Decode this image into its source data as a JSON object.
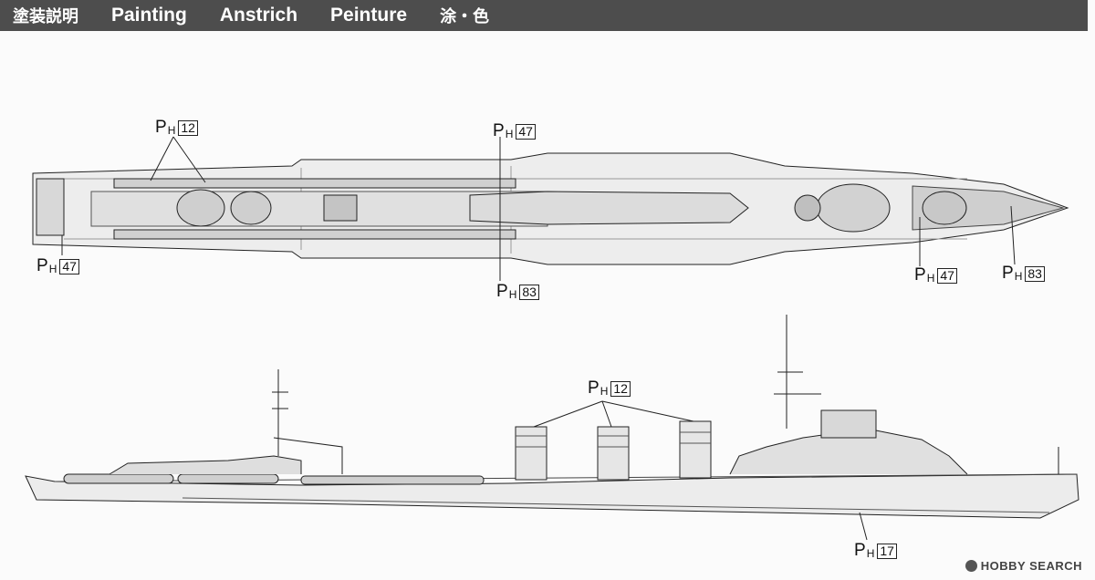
{
  "header": {
    "jp": "塗装説明",
    "en": "Painting",
    "de": "Anstrich",
    "fr": "Peinture",
    "cn": "涂・色"
  },
  "callouts": [
    {
      "p": "P",
      "h": "H",
      "code": "12"
    },
    {
      "p": "P",
      "h": "H",
      "code": "47"
    },
    {
      "p": "P",
      "h": "H",
      "code": "47"
    },
    {
      "p": "P",
      "h": "H",
      "code": "83"
    },
    {
      "p": "P",
      "h": "H",
      "code": "47"
    },
    {
      "p": "P",
      "h": "H",
      "code": "83"
    },
    {
      "p": "P",
      "h": "H",
      "code": "12"
    },
    {
      "p": "P",
      "h": "H",
      "code": "17"
    }
  ],
  "watermark": "HOBBY SEARCH",
  "colors": {
    "header_bg": "#4d4d4d",
    "hull": "#e4e4e4",
    "deck": "#d6d6d6"
  }
}
